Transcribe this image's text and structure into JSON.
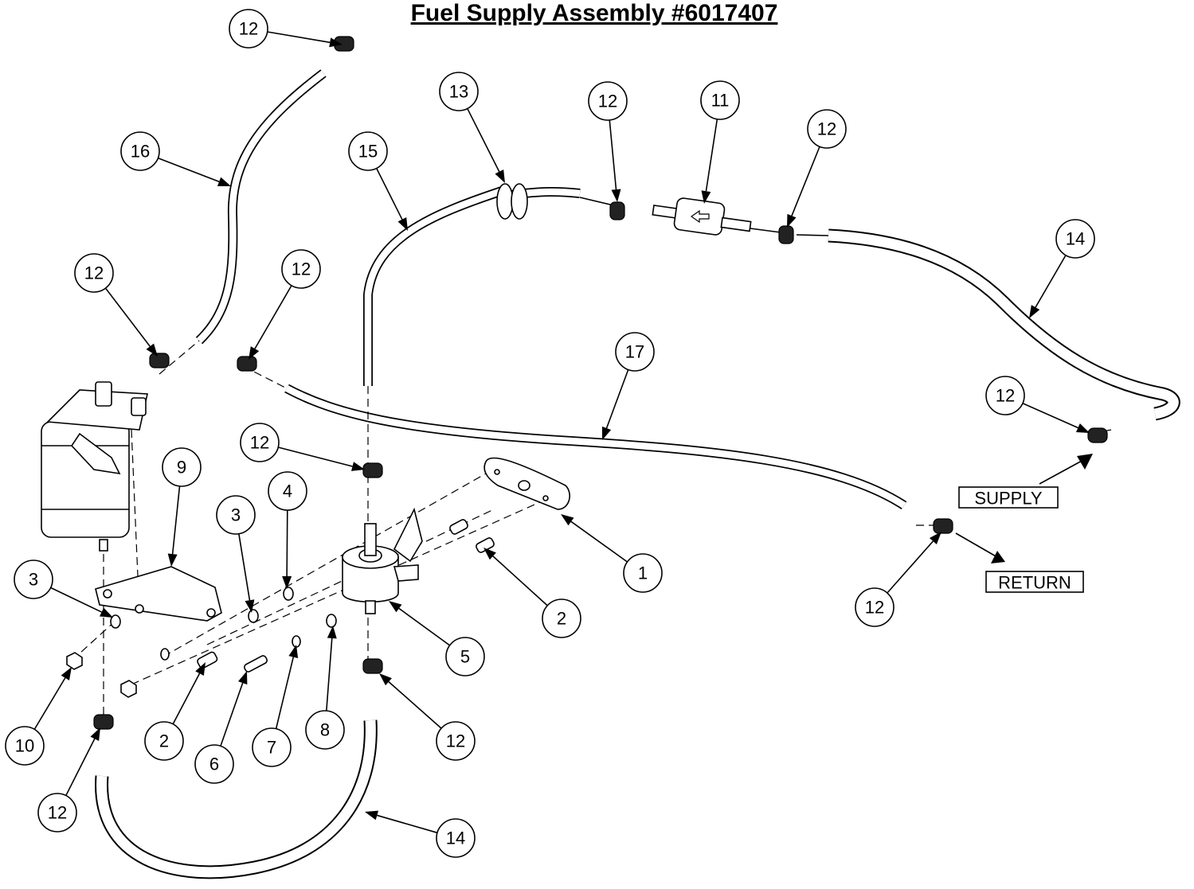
{
  "title": "Fuel Supply Assembly #6017407",
  "labels": {
    "supply": "SUPPLY",
    "return": "RETURN"
  },
  "callouts": [
    {
      "id": "c-12-top",
      "number": "12"
    },
    {
      "id": "c-16",
      "number": "16"
    },
    {
      "id": "c-12-left",
      "number": "12"
    },
    {
      "id": "c-12-mid",
      "number": "12"
    },
    {
      "id": "c-15",
      "number": "15"
    },
    {
      "id": "c-13",
      "number": "13"
    },
    {
      "id": "c-12-line",
      "number": "12"
    },
    {
      "id": "c-11",
      "number": "11"
    },
    {
      "id": "c-12-right",
      "number": "12"
    },
    {
      "id": "c-14-right",
      "number": "14"
    },
    {
      "id": "c-17",
      "number": "17"
    },
    {
      "id": "c-12-supply",
      "number": "12"
    },
    {
      "id": "c-12-pump",
      "number": "12"
    },
    {
      "id": "c-9",
      "number": "9"
    },
    {
      "id": "c-3-mid",
      "number": "3"
    },
    {
      "id": "c-4",
      "number": "4"
    },
    {
      "id": "c-1",
      "number": "1"
    },
    {
      "id": "c-2-right",
      "number": "2"
    },
    {
      "id": "c-3-left",
      "number": "3"
    },
    {
      "id": "c-5",
      "number": "5"
    },
    {
      "id": "c-12-return",
      "number": "12"
    },
    {
      "id": "c-10",
      "number": "10"
    },
    {
      "id": "c-2-left",
      "number": "2"
    },
    {
      "id": "c-6",
      "number": "6"
    },
    {
      "id": "c-7",
      "number": "7"
    },
    {
      "id": "c-8",
      "number": "8"
    },
    {
      "id": "c-12-bottom",
      "number": "12"
    },
    {
      "id": "c-12-lowleft",
      "number": "12"
    },
    {
      "id": "c-14-bottom",
      "number": "14"
    }
  ]
}
